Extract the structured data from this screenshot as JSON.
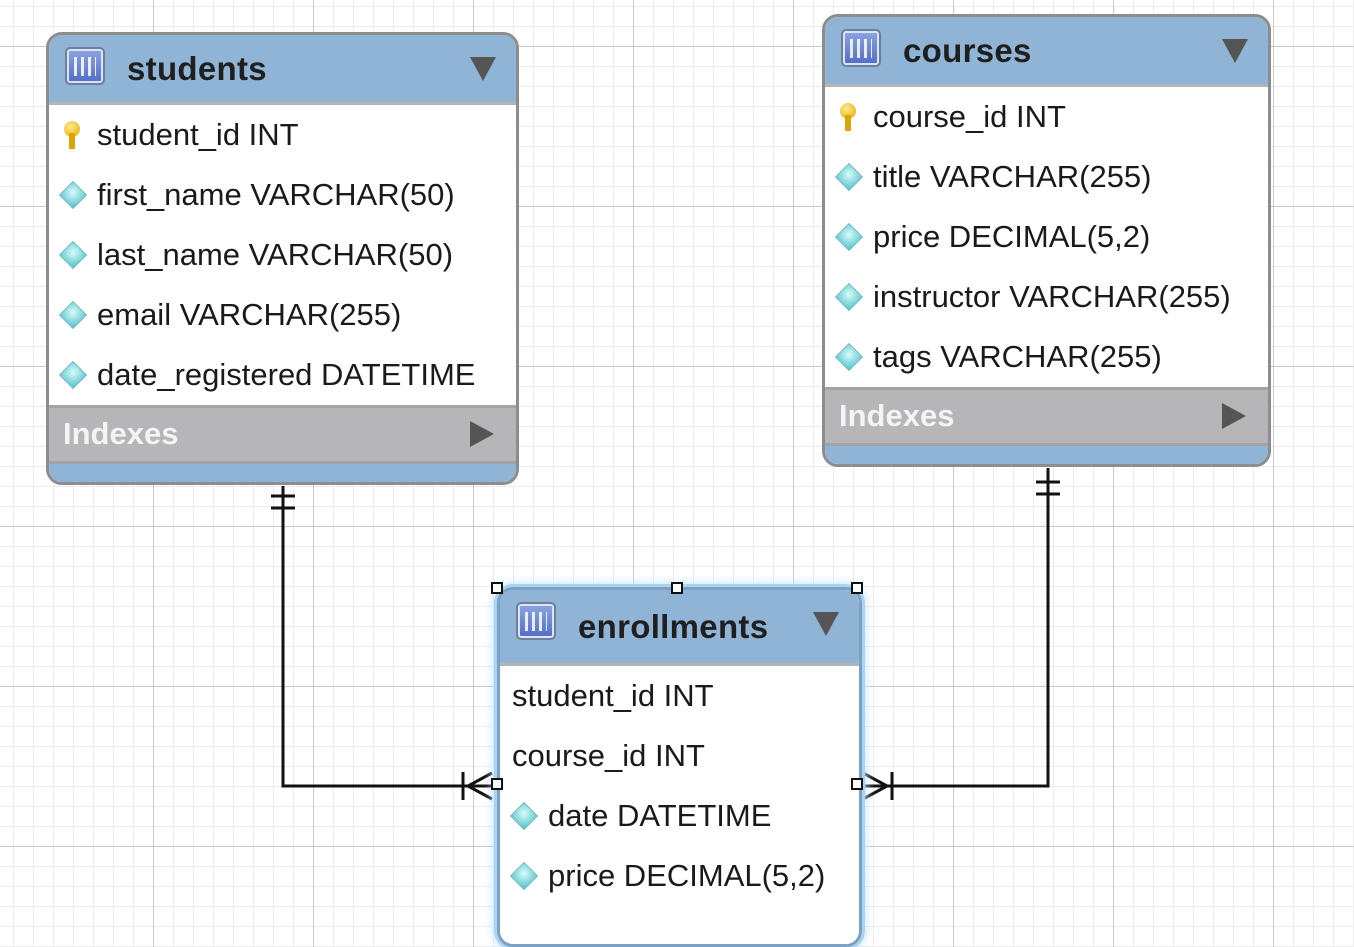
{
  "tables": {
    "students": {
      "name": "students",
      "columns": [
        {
          "text": "student_id INT",
          "icon": "primary-key-icon"
        },
        {
          "text": "first_name VARCHAR(50)",
          "icon": "column-diamond-icon"
        },
        {
          "text": "last_name VARCHAR(50)",
          "icon": "column-diamond-icon"
        },
        {
          "text": "email VARCHAR(255)",
          "icon": "column-diamond-icon"
        },
        {
          "text": "date_registered DATETIME",
          "icon": "column-diamond-icon"
        }
      ],
      "indexes_label": "Indexes"
    },
    "courses": {
      "name": "courses",
      "columns": [
        {
          "text": "course_id INT",
          "icon": "primary-key-icon"
        },
        {
          "text": "title VARCHAR(255)",
          "icon": "column-diamond-icon"
        },
        {
          "text": "price DECIMAL(5,2)",
          "icon": "column-diamond-icon"
        },
        {
          "text": "instructor VARCHAR(255)",
          "icon": "column-diamond-icon"
        },
        {
          "text": "tags VARCHAR(255)",
          "icon": "column-diamond-icon"
        }
      ],
      "indexes_label": "Indexes"
    },
    "enrollments": {
      "name": "enrollments",
      "columns": [
        {
          "text": "student_id INT",
          "icon": "none"
        },
        {
          "text": "course_id INT",
          "icon": "none"
        },
        {
          "text": "date DATETIME",
          "icon": "column-diamond-icon"
        },
        {
          "text": "price DECIMAL(5,2)",
          "icon": "column-diamond-icon"
        }
      ]
    }
  },
  "relationships": [
    {
      "from": "students",
      "to": "enrollments",
      "from_cardinality": "one-and-only-one",
      "to_cardinality": "one-or-many"
    },
    {
      "from": "courses",
      "to": "enrollments",
      "from_cardinality": "one-and-only-one",
      "to_cardinality": "one-or-many"
    }
  ],
  "colors": {
    "header": "#8fb4d6",
    "indexes_bar": "#b6b6b8",
    "selection_glow": "#a9d5f3",
    "grid_major": "#c9c9c9",
    "grid_minor": "#ececec"
  }
}
